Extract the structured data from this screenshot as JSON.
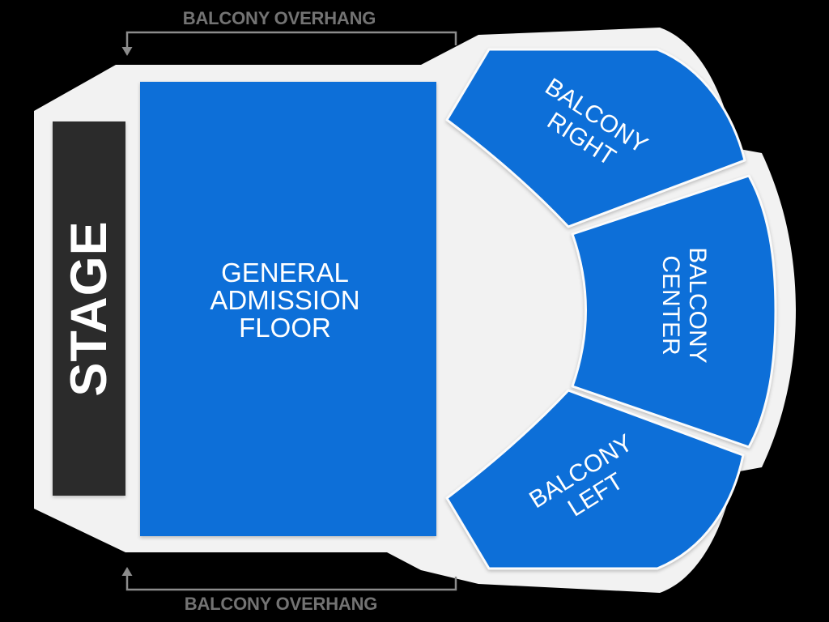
{
  "colors": {
    "background": "#000000",
    "venue_gray": "#f2f2f2",
    "section_blue": "#0d6fd8",
    "stage_dark": "#2b2b2b",
    "divider_white": "#ffffff",
    "label_white": "#ffffff",
    "overhang_text_gray": "#737373",
    "bracket_gray": "#8c8c8c"
  },
  "stage": {
    "label": "STAGE"
  },
  "sections": {
    "general_admission": {
      "label_lines": [
        "GENERAL",
        "ADMISSION",
        "FLOOR"
      ]
    },
    "balcony_right": {
      "label_lines": [
        "BALCONY",
        "RIGHT"
      ]
    },
    "balcony_center": {
      "label_lines": [
        "BALCONY",
        "CENTER"
      ]
    },
    "balcony_left": {
      "label_lines": [
        "BALCONY",
        "LEFT"
      ]
    }
  },
  "annotations": {
    "balcony_overhang_top": {
      "label": "BALCONY OVERHANG"
    },
    "balcony_overhang_bottom": {
      "label": "BALCONY OVERHANG"
    }
  }
}
